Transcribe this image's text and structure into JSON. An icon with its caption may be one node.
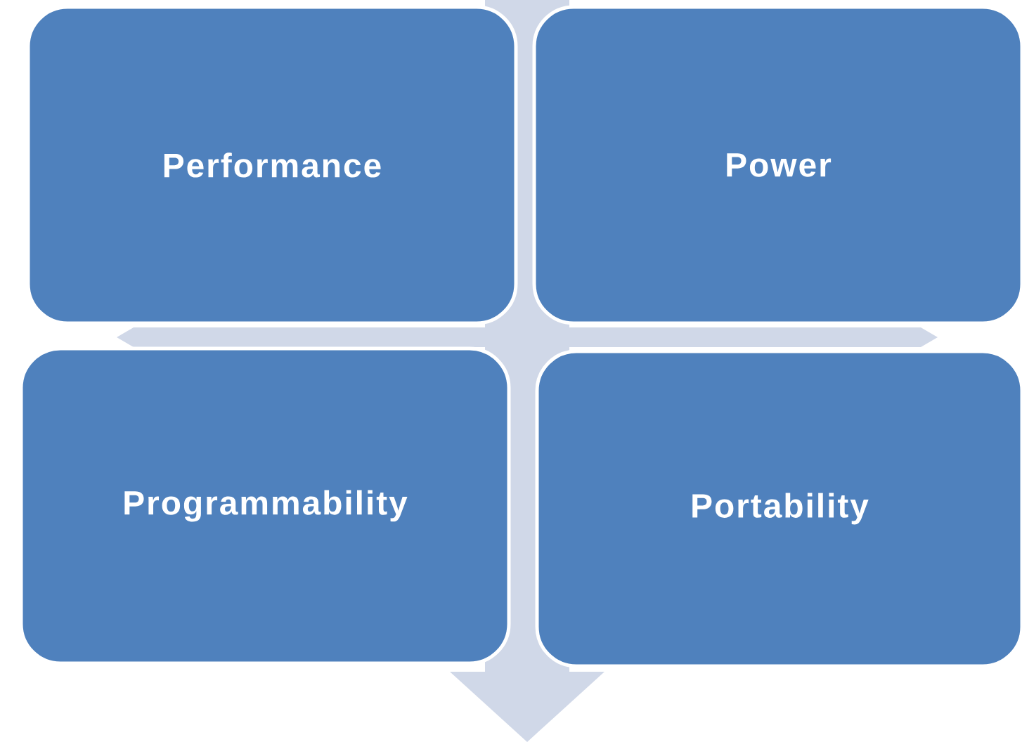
{
  "diagram": {
    "nodes": [
      {
        "text": [
          "Performance"
        ]
      },
      {
        "text": [
          "Power"
        ]
      },
      {
        "text": [
          "Programmability"
        ]
      },
      {
        "text": [
          "Portability"
        ]
      }
    ]
  }
}
